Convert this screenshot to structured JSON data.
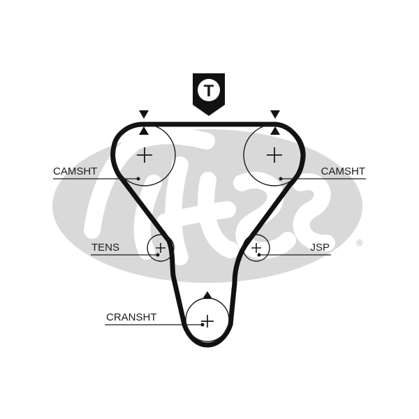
{
  "diagram": {
    "labels": {
      "camshaft_left": "CAMSHT",
      "camshaft_right": "CAMSHT",
      "tensioner": "TENS",
      "jack_shaft": "JSP",
      "crankshaft": "CRANSHT"
    },
    "top_marker": "T",
    "registered_mark": "®",
    "watermark_icon": "gates-logo-watermark",
    "colors": {
      "belt": "#111111",
      "watermark": "#d6d6d6",
      "line": "#1a1a1a"
    }
  }
}
